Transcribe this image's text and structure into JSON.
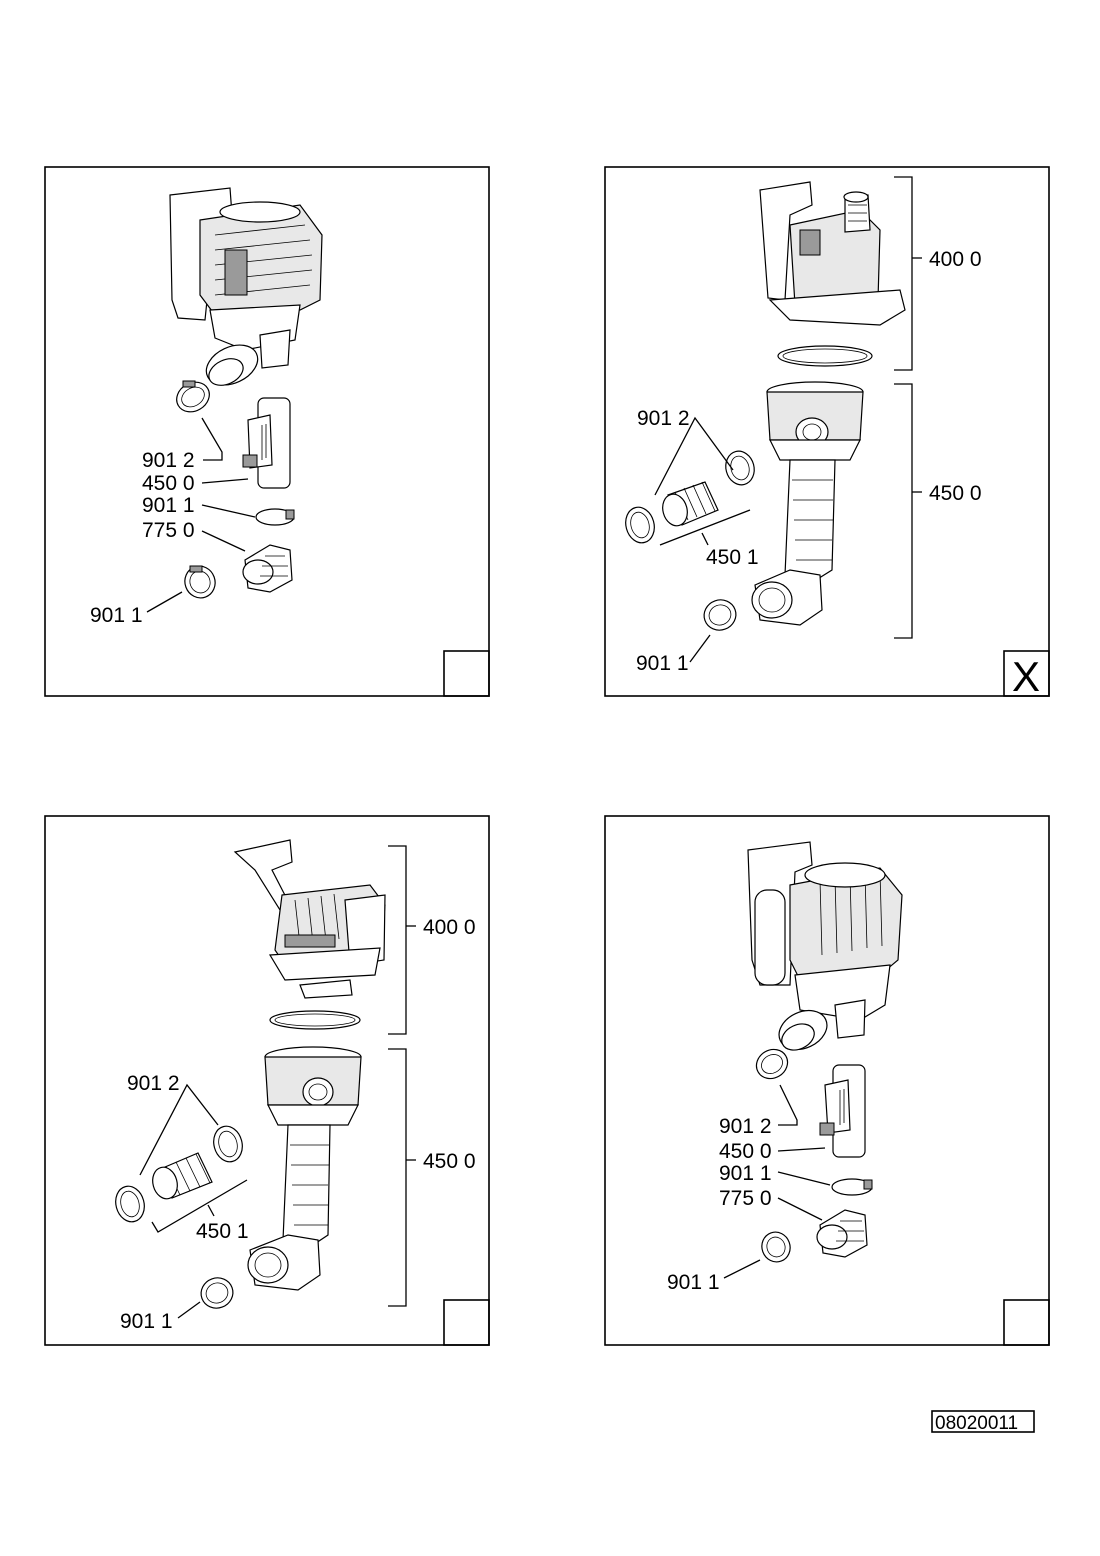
{
  "panels": {
    "p1": {
      "labels": [
        "901 2",
        "450 0",
        "901 1",
        "775 0",
        "901 1"
      ],
      "check_mark": ""
    },
    "p2": {
      "labels": [
        "400 0",
        "450 0",
        "901 2",
        "450 1",
        "901 1"
      ],
      "check_mark": "X"
    },
    "p3": {
      "labels": [
        "400 0",
        "450 0",
        "901 2",
        "450 1",
        "901 1"
      ],
      "check_mark": ""
    },
    "p4": {
      "labels": [
        "901 2",
        "450 0",
        "901 1",
        "775 0",
        "901 1"
      ],
      "check_mark": ""
    }
  },
  "document_id": "08020011"
}
